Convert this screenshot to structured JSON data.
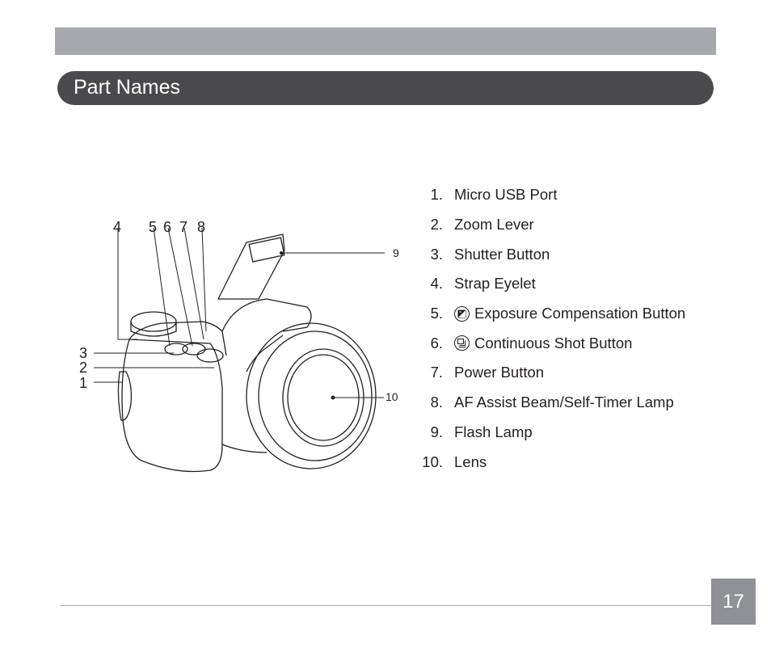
{
  "header": {
    "title": "Part Names"
  },
  "diagram": {
    "callouts": [
      "1",
      "2",
      "3",
      "4",
      "5",
      "6",
      "7",
      "8",
      "9",
      "10"
    ]
  },
  "parts": [
    {
      "num": "1.",
      "label": "Micro USB Port"
    },
    {
      "num": "2.",
      "label": "Zoom Lever"
    },
    {
      "num": "3.",
      "label": "Shutter Button"
    },
    {
      "num": "4.",
      "label": "Strap Eyelet"
    },
    {
      "num": "5.",
      "label": "Exposure Compensation Button",
      "icon": "exposure-compensation-icon"
    },
    {
      "num": "6.",
      "label": "Continuous Shot Button",
      "icon": "continuous-shot-icon"
    },
    {
      "num": "7.",
      "label": "Power Button"
    },
    {
      "num": "8.",
      "label": "AF Assist Beam/Self-Timer Lamp"
    },
    {
      "num": "9.",
      "label": "Flash Lamp"
    },
    {
      "num": "10.",
      "label": "Lens"
    }
  ],
  "footer": {
    "page_number": "17"
  },
  "colors": {
    "header_bg": "#4a4a4c",
    "top_bar": "#a7a9ac",
    "page_box": "#8f9194"
  }
}
